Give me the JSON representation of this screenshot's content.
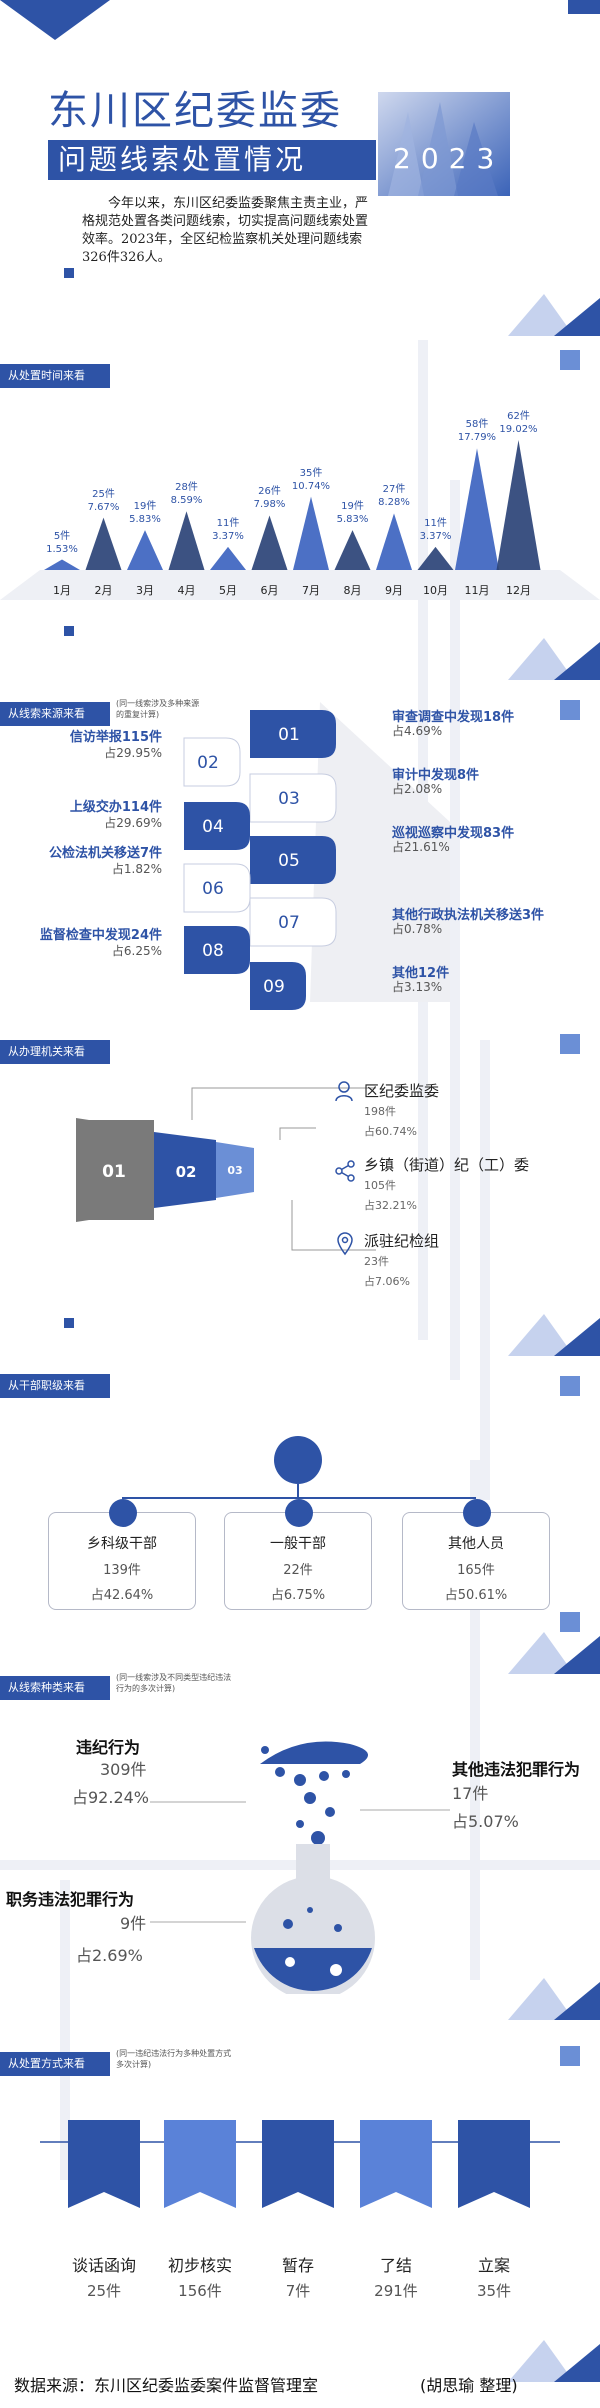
{
  "header": {
    "title_line1": "东川区纪委监委",
    "title_line2": "问题线索处置情况",
    "year": "2023",
    "intro": "今年以来，东川区纪委监委聚焦主责主业，严格规范处置各类问题线索，切实提高问题线索处置效率。2023年，全区纪检监察机关处理问题线索326件326人。"
  },
  "sections": {
    "time": "从处置时间来看",
    "source": "从线索来源来看",
    "source_note": "(同一线索涉及多种来源的重复计算)",
    "organ": "从办理机关来看",
    "cadre": "从干部职级来看",
    "kind": "从线索种类来看",
    "kind_note": "(同一线索涉及不同类型违纪违法行为的多次计算)",
    "method": "从处置方式来看",
    "method_note": "(同一违纪违法行为多种处置方式多次计算)"
  },
  "chart_data": [
    {
      "type": "area",
      "title": "从处置时间来看",
      "categories": [
        "1月",
        "2月",
        "3月",
        "4月",
        "5月",
        "6月",
        "7月",
        "8月",
        "9月",
        "10月",
        "11月",
        "12月"
      ],
      "values": [
        5,
        25,
        19,
        28,
        11,
        26,
        35,
        19,
        27,
        11,
        58,
        62
      ],
      "value_labels": [
        "5件",
        "25件",
        "19件",
        "28件",
        "11件",
        "26件",
        "35件",
        "19件",
        "27件",
        "11件",
        "58件",
        "62件"
      ],
      "percent_labels": [
        "1.53%",
        "7.67%",
        "5.83%",
        "8.59%",
        "3.37%",
        "7.98%",
        "10.74%",
        "5.83%",
        "8.28%",
        "3.37%",
        "17.79%",
        "19.02%"
      ]
    },
    {
      "type": "bar",
      "title": "从线索来源来看",
      "items": [
        {
          "num": "01",
          "name": "审查调查中发现18件",
          "pct": "占4.69%"
        },
        {
          "num": "02",
          "name": "信访举报115件",
          "pct": "占29.95%"
        },
        {
          "num": "03",
          "name": "审计中发现8件",
          "pct": "占2.08%"
        },
        {
          "num": "04",
          "name": "上级交办114件",
          "pct": "占29.69%"
        },
        {
          "num": "05",
          "name": "巡视巡察中发现83件",
          "pct": "占21.61%"
        },
        {
          "num": "06",
          "name": "公检法机关移送7件",
          "pct": "占1.82%"
        },
        {
          "num": "07",
          "name": "其他行政执法机关移送3件",
          "pct": "占0.78%"
        },
        {
          "num": "08",
          "name": "监督检查中发现24件",
          "pct": "占6.25%"
        },
        {
          "num": "09",
          "name": "其他12件",
          "pct": "占3.13%"
        }
      ]
    },
    {
      "type": "bar",
      "title": "从办理机关来看",
      "items": [
        {
          "num": "01",
          "name": "区纪委监委",
          "count": "198件",
          "pct": "占60.74%",
          "value": 198
        },
        {
          "num": "02",
          "name": "乡镇（街道）纪（工）委",
          "count": "105件",
          "pct": "占32.21%",
          "value": 105
        },
        {
          "num": "03",
          "name": "派驻纪检组",
          "count": "23件",
          "pct": "占7.06%",
          "value": 23
        }
      ]
    },
    {
      "type": "table",
      "title": "从干部职级来看",
      "items": [
        {
          "name": "乡科级干部",
          "count": "139件",
          "pct": "占42.64%"
        },
        {
          "name": "一般干部",
          "count": "22件",
          "pct": "占6.75%"
        },
        {
          "name": "其他人员",
          "count": "165件",
          "pct": "占50.61%"
        }
      ]
    },
    {
      "type": "table",
      "title": "从线索种类来看",
      "items": [
        {
          "name": "违纪行为",
          "count": "309件",
          "pct": "占92.24%"
        },
        {
          "name": "其他违法犯罪行为",
          "count": "17件",
          "pct": "占5.07%"
        },
        {
          "name": "职务违法犯罪行为",
          "count": "9件",
          "pct": "占2.69%"
        }
      ]
    },
    {
      "type": "bar",
      "title": "从处置方式来看",
      "items": [
        {
          "name": "谈话函询",
          "count": "25件",
          "value": 25
        },
        {
          "name": "初步核实",
          "count": "156件",
          "value": 156
        },
        {
          "name": "暂存",
          "count": "7件",
          "value": 7
        },
        {
          "name": "了结",
          "count": "291件",
          "value": 291
        },
        {
          "name": "立案",
          "count": "35件",
          "value": 35
        }
      ]
    }
  ],
  "footer": {
    "source": "数据来源：东川区纪委监委案件监督管理室",
    "author": "(胡思瑜 整理)"
  },
  "colors": {
    "primary": "#2e53a6",
    "light": "#6b8fd6",
    "dark": "#1f3c86",
    "gray": "#7a7a7a"
  }
}
